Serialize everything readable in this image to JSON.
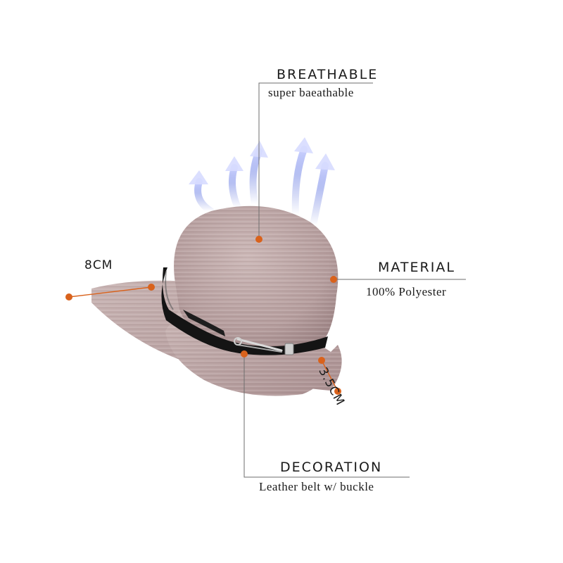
{
  "callouts": {
    "breathable": {
      "title": "BREATHABLE",
      "subtitle": "super baeathable"
    },
    "material": {
      "title": "MATERIAL",
      "subtitle": "100% Polyester"
    },
    "decoration": {
      "title": "DECORATION",
      "subtitle": "Leather belt w/ buckle"
    }
  },
  "dimensions": {
    "brim_width": "8CM",
    "band_width": "3.5CM"
  },
  "colors": {
    "straw": "#bfa9a8",
    "straw_dark": "#9c8384",
    "belt": "#141414",
    "marker": "#d9621c",
    "arrow": "#5b6fd6",
    "line": "#6e6e6e"
  }
}
